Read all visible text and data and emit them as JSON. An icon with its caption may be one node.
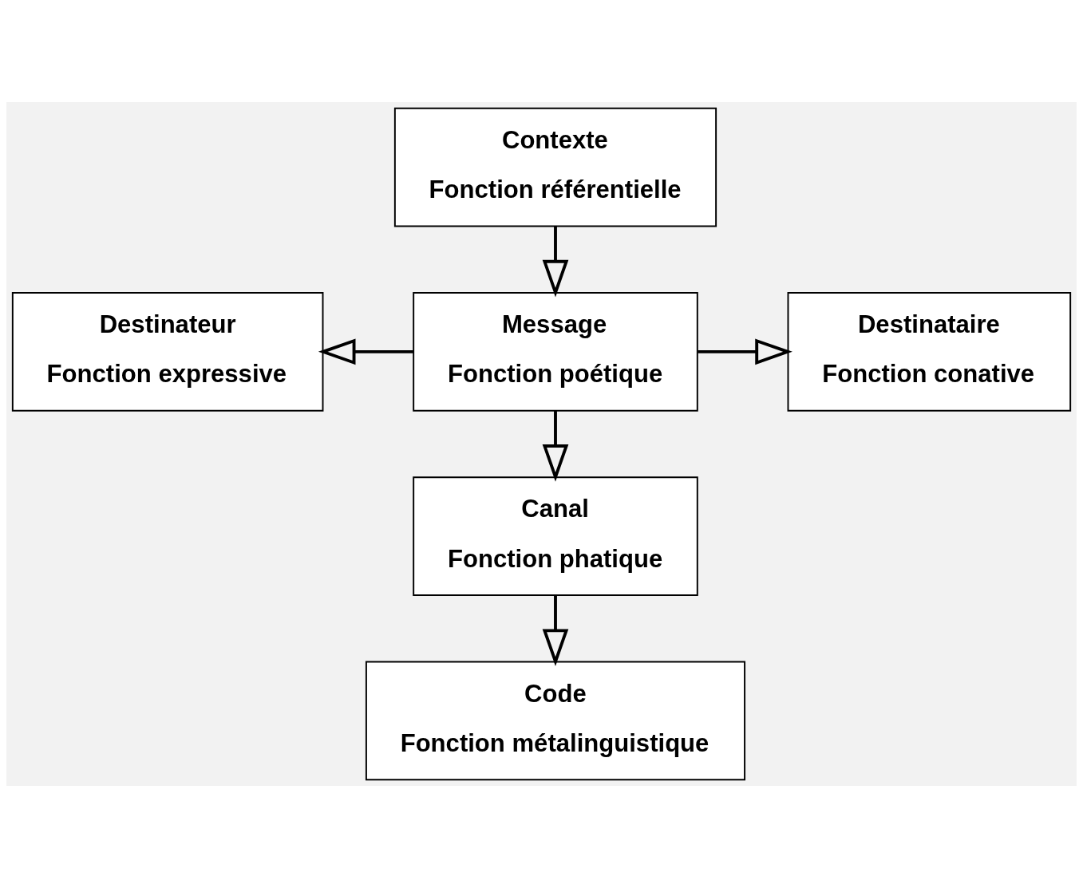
{
  "diagram": {
    "nodes": [
      {
        "text": [
          "Contexte",
          "Fonction référentielle"
        ]
      },
      {
        "text": [
          "Destinateur",
          "Fonction expressive"
        ]
      },
      {
        "text": [
          "Message",
          "Fonction poétique"
        ]
      },
      {
        "text": [
          "Destinataire",
          "Fonction conative"
        ]
      },
      {
        "text": [
          "Canal",
          "Fonction phatique"
        ]
      },
      {
        "text": [
          "Code",
          "Fonction métalinguistique"
        ]
      }
    ],
    "edges": [
      {
        "from": 0,
        "to": 2,
        "arrow": "to"
      },
      {
        "from": 2,
        "to": 1,
        "arrow": "to"
      },
      {
        "from": 2,
        "to": 3,
        "arrow": "to"
      },
      {
        "from": 2,
        "to": 4,
        "arrow": "to"
      },
      {
        "from": 4,
        "to": 5,
        "arrow": "to"
      }
    ]
  }
}
